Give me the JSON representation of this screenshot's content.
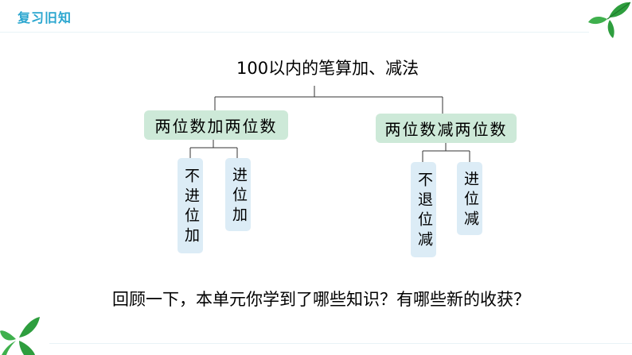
{
  "header": {
    "section_tag": "复习旧知"
  },
  "diagram": {
    "root": "100以内的笔算加、减法",
    "branches": [
      {
        "label": "两位数加两位数",
        "children": [
          "不进位加",
          "进位加"
        ]
      },
      {
        "label": "两位数减两位数",
        "children": [
          "不退位减",
          "进位减"
        ]
      }
    ]
  },
  "footer": {
    "question": "回顾一下，本单元你学到了哪些知识？有哪些新的收获？"
  },
  "colors": {
    "branch_box": "#cde9d8",
    "leaf_box": "#dcecf6",
    "accent_text": "#2aa6cf",
    "leaf_green": "#2e9e3e"
  }
}
